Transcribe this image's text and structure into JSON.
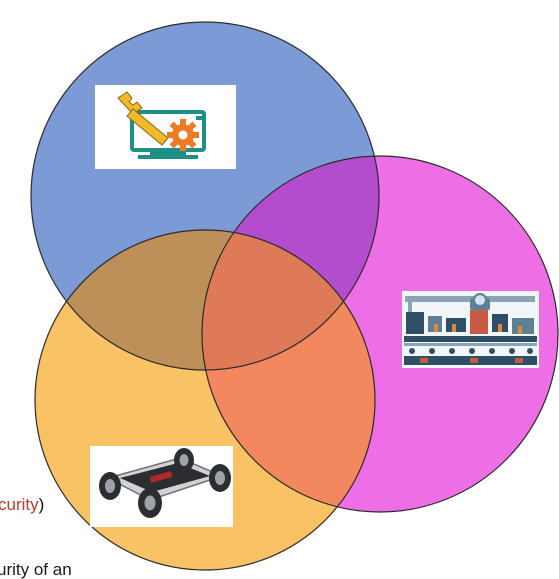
{
  "diagram": {
    "type": "venn",
    "circles": [
      {
        "name": "top",
        "color": "#7b9ad6",
        "icon": "wrench-gear-monitor-icon"
      },
      {
        "name": "right",
        "color": "#ee6ee6",
        "icon": "factory-production-line-icon"
      },
      {
        "name": "bottom-left",
        "color": "#f9c264",
        "icon": "vehicle-chassis-icon"
      }
    ]
  },
  "texts": {
    "security_fragment": "curity",
    "security_paren": ")",
    "security_of_an_fragment": "urity of an"
  }
}
